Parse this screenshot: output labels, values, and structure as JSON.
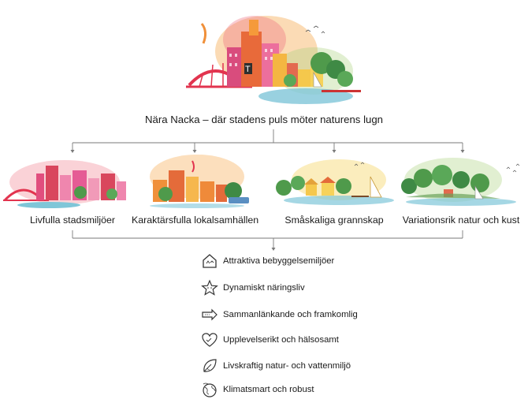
{
  "main": {
    "title": "Nära Nacka – där stadens puls möter naturens lugn"
  },
  "categories": [
    {
      "label": "Livfulla stadsmiljöer"
    },
    {
      "label": "Karaktärsfulla lokalsamhällen"
    },
    {
      "label": "Småskaliga grannskap"
    },
    {
      "label": "Variationsrik natur och kust"
    }
  ],
  "values": [
    {
      "label": "Attraktiva bebyggelsemiljöer",
      "icon": "house-icon"
    },
    {
      "label": "Dynamiskt näringsliv",
      "icon": "star-icon"
    },
    {
      "label": "Sammanlänkande och framkomlig",
      "icon": "arrow-icon"
    },
    {
      "label": "Upplevelserikt och hälsosamt",
      "icon": "heart-icon"
    },
    {
      "label": "Livskraftig natur- och vattenmiljö",
      "icon": "leaf-icon"
    },
    {
      "label": "Klimatsmart och robust",
      "icon": "globe-icon"
    }
  ],
  "colors": {
    "pink": "#e5477e",
    "orange": "#f0903a",
    "yellow": "#f6d25a",
    "green": "#4f9a4b",
    "water": "#7fc6d8",
    "line": "#7a7a7a"
  }
}
